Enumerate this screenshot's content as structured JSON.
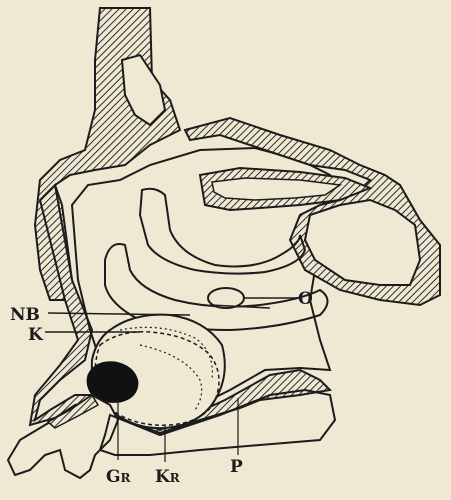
{
  "figure": {
    "labels": {
      "nb": "NB",
      "k": "K",
      "o": "O",
      "gr_main": "G",
      "gr_sub": "R",
      "kr_main": "K",
      "kr_sub": "R",
      "p": "P"
    },
    "colors": {
      "paper": "#efe9d3",
      "ink": "#1c1c1c",
      "hatch": "#2a2a2a"
    }
  }
}
